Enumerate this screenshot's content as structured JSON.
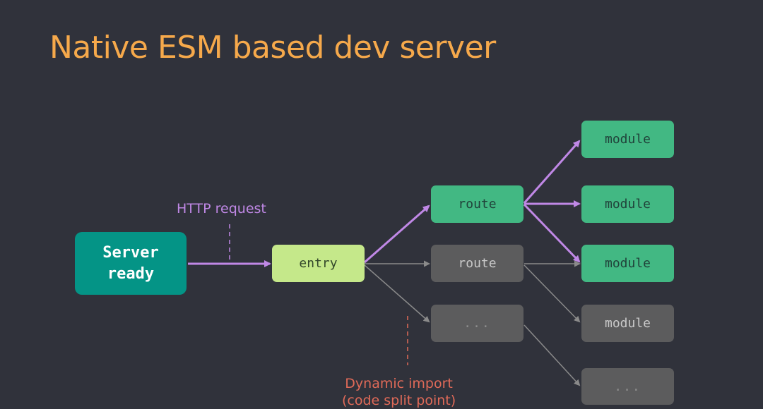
{
  "title": "Native ESM based dev server",
  "labels": {
    "http_request": "HTTP request",
    "dynamic_import": "Dynamic import\n(code split point)"
  },
  "nodes": {
    "server": "Server\nready",
    "entry": "entry",
    "route_active": "route",
    "route_inactive": "route",
    "route_ellipsis": "...",
    "module_1": "module",
    "module_2": "module",
    "module_3": "module",
    "module_4": "module",
    "module_ellipsis": "..."
  },
  "colors": {
    "background": "#30323b",
    "title": "#f6a94b",
    "active_node": "#42b883",
    "inactive_node": "#5c5c5d",
    "entry_node": "#c5e88a",
    "server_node": "#049486",
    "active_arrow": "#c088e6",
    "inactive_arrow": "#8a8a8a",
    "dynamic_import": "#e06a58"
  }
}
